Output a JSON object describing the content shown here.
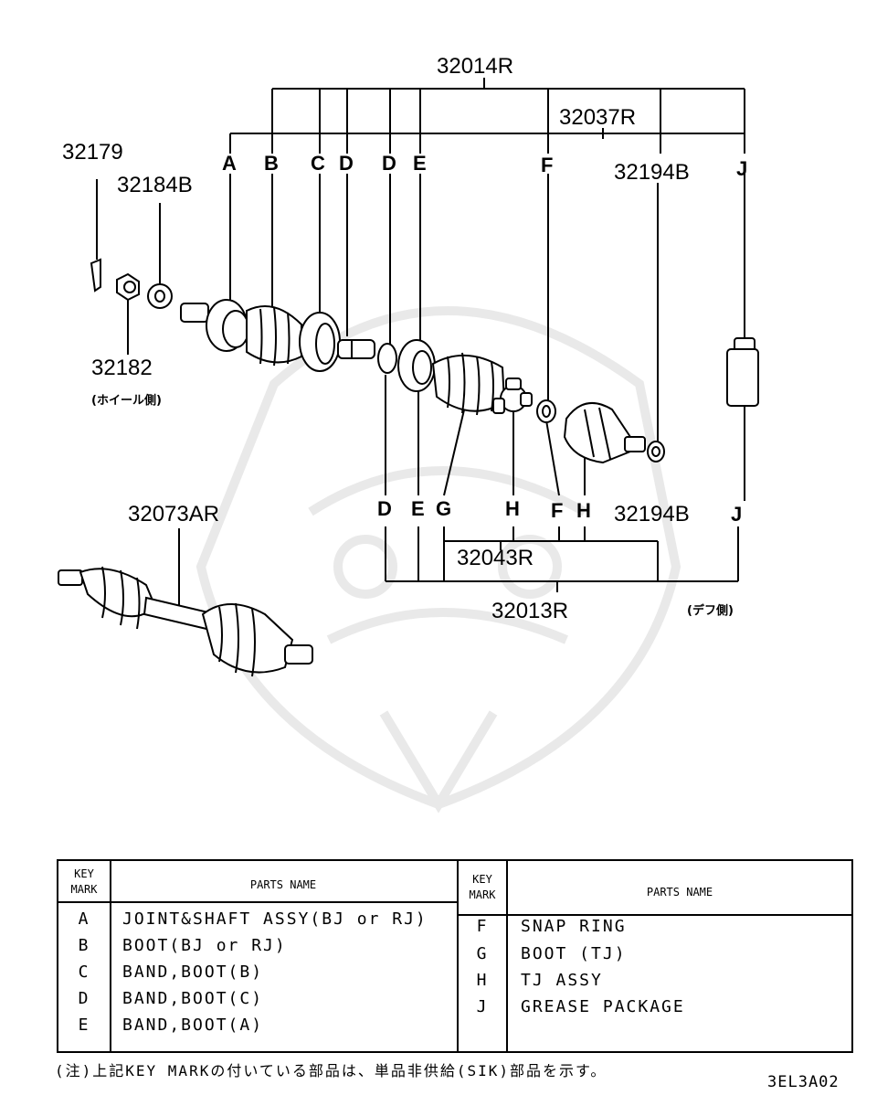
{
  "diagram": {
    "part_numbers": {
      "p32014R": "32014R",
      "p32037R": "32037R",
      "p32179": "32179",
      "p32184B": "32184B",
      "p32194B_top": "32194B",
      "p32182": "32182",
      "p32073AR": "32073AR",
      "p32194B_bottom": "32194B",
      "p32043R": "32043R",
      "p32013R": "32013R"
    },
    "key_marks_top": [
      "A",
      "B",
      "C",
      "D",
      "D",
      "E",
      "F",
      "J"
    ],
    "key_marks_bottom": [
      "D",
      "E",
      "G",
      "H",
      "F",
      "H",
      "J"
    ],
    "note_wheel_side": "(ホイール側)",
    "note_diff_side": "(デフ側)"
  },
  "table": {
    "header_key": [
      "KEY",
      "MARK"
    ],
    "header_name": "PARTS NAME",
    "left_rows": [
      {
        "key": "A",
        "name": "JOINT&SHAFT ASSY(BJ or RJ)"
      },
      {
        "key": "B",
        "name": "BOOT(BJ or RJ)"
      },
      {
        "key": "C",
        "name": "BAND,BOOT(B)"
      },
      {
        "key": "D",
        "name": "BAND,BOOT(C)"
      },
      {
        "key": "E",
        "name": "BAND,BOOT(A)"
      }
    ],
    "right_rows": [
      {
        "key": "F",
        "name": "SNAP RING"
      },
      {
        "key": "G",
        "name": "BOOT (TJ)"
      },
      {
        "key": "H",
        "name": "TJ ASSY"
      },
      {
        "key": "J",
        "name": "GREASE PACKAGE"
      }
    ]
  },
  "footnote": "(注)上記KEY MARKの付いている部品は、単品非供給(SIK)部品を示す。",
  "figure_code": "3EL3A02"
}
